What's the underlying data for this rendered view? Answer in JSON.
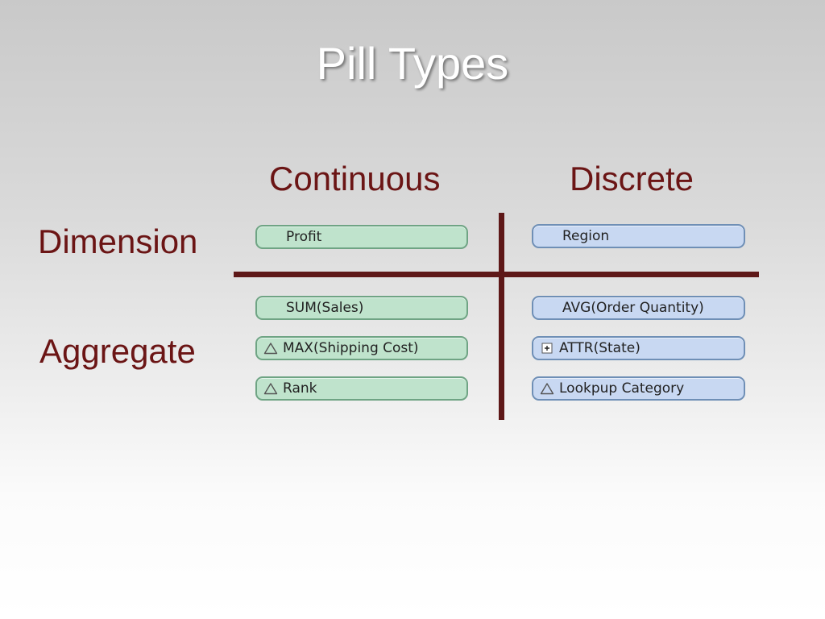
{
  "slide": {
    "title": "Pill Types"
  },
  "columns": {
    "continuous": "Continuous",
    "discrete": "Discrete"
  },
  "rows": {
    "dimension": "Dimension",
    "aggregate": "Aggregate"
  },
  "pills": {
    "continuous_dimension": [
      {
        "label": "Profit",
        "icon": ""
      }
    ],
    "continuous_aggregate": [
      {
        "label": "SUM(Sales)",
        "icon": ""
      },
      {
        "label": "MAX(Shipping Cost)",
        "icon": "triangle-icon"
      },
      {
        "label": "Rank",
        "icon": "triangle-icon"
      }
    ],
    "discrete_dimension": [
      {
        "label": "Region",
        "icon": ""
      }
    ],
    "discrete_aggregate": [
      {
        "label": "AVG(Order Quantity)",
        "icon": ""
      },
      {
        "label": "ATTR(State)",
        "icon": "plus-box-icon"
      },
      {
        "label": "Lookpup Category",
        "icon": "triangle-icon"
      }
    ]
  },
  "colors": {
    "header_text": "#6b1515",
    "divider": "#5e1818",
    "continuous_fill": "#bfe3cc",
    "continuous_border": "#6fa484",
    "discrete_fill": "#c8d8f2",
    "discrete_border": "#6f8fb6"
  }
}
